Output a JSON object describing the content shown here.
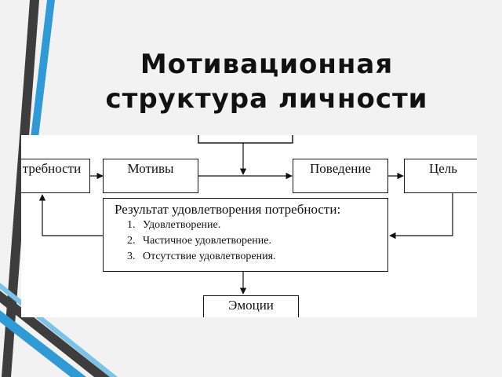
{
  "slide": {
    "title_line1": "Мотивационная",
    "title_line2": "структура личности"
  },
  "diagram": {
    "box_needs": "требности",
    "box_motives": "Мотивы",
    "box_behavior": "Поведение",
    "box_goal": "Цель",
    "box_result_title": "Результат удовлетворения потребности:",
    "result_items": [
      {
        "num": "1.",
        "text": "Удовлетворение."
      },
      {
        "num": "2.",
        "text": "Частичное удовлетворение."
      },
      {
        "num": "3.",
        "text": "Отсутствие удовлетворения."
      }
    ],
    "box_emotions": "Эмоции"
  },
  "colors": {
    "stripe_dark": "#3d3d3d",
    "stripe_blue": "#2e9bd6",
    "stripe_light_blue": "#7cc3ea"
  }
}
